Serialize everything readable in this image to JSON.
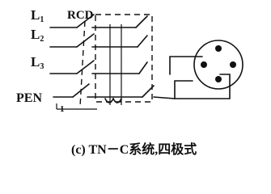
{
  "diagram": {
    "labels": {
      "l1": "L",
      "l1_sub": "1",
      "rcd": "RCD",
      "l2": "L",
      "l2_sub": "2",
      "l3": "L",
      "l3_sub": "3",
      "pen": "PEN",
      "mark": "1"
    },
    "caption": "(c) TN－C系统,四极式",
    "colors": {
      "line": "#111111",
      "background": "#ffffff"
    }
  }
}
